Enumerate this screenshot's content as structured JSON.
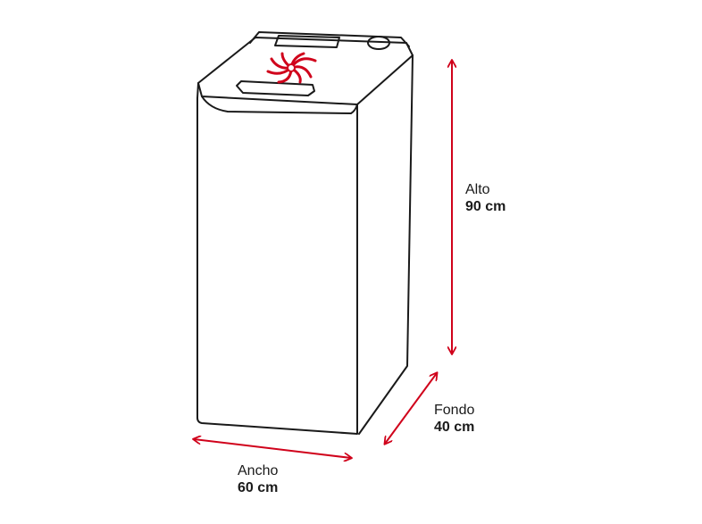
{
  "dimensions": {
    "height": {
      "label": "Alto",
      "value": "90 cm"
    },
    "depth": {
      "label": "Fondo",
      "value": "40 cm"
    },
    "width": {
      "label": "Ancho",
      "value": "60 cm"
    }
  },
  "colors": {
    "accent": "#d0021b",
    "outline": "#1a1a1a",
    "background": "#ffffff"
  },
  "icons": {
    "logo": "swirl-logo-icon"
  }
}
